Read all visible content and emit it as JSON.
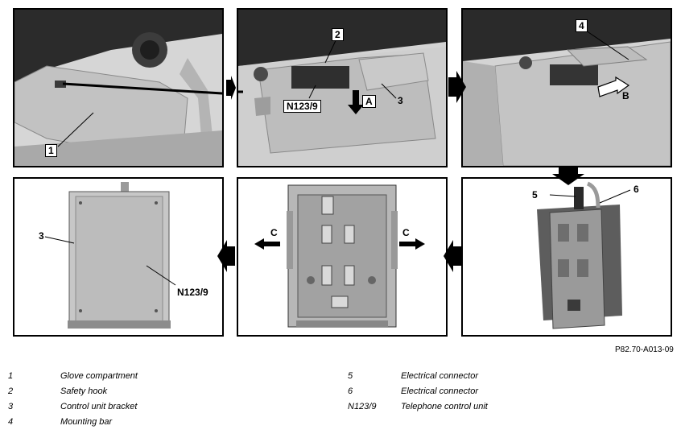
{
  "figure_code": "P82.70-A013-09",
  "callouts": {
    "glove_compartment": "1",
    "safety_hook": "2",
    "bracket": "3",
    "mounting_bar": "4",
    "connector_5": "5",
    "connector_6": "6",
    "telephone_unit": "N123/9",
    "step_a": "A",
    "step_b": "B",
    "step_c": "C"
  },
  "legend": {
    "left": [
      {
        "num": "1",
        "text": "Glove compartment"
      },
      {
        "num": "2",
        "text": "Safety hook"
      },
      {
        "num": "3",
        "text": "Control unit bracket"
      },
      {
        "num": "4",
        "text": "Mounting bar"
      }
    ],
    "right": [
      {
        "num": "5",
        "text": "Electrical connector"
      },
      {
        "num": "6",
        "text": "Electrical connector"
      },
      {
        "num": "N123/9",
        "text": "Telephone control unit"
      }
    ]
  }
}
